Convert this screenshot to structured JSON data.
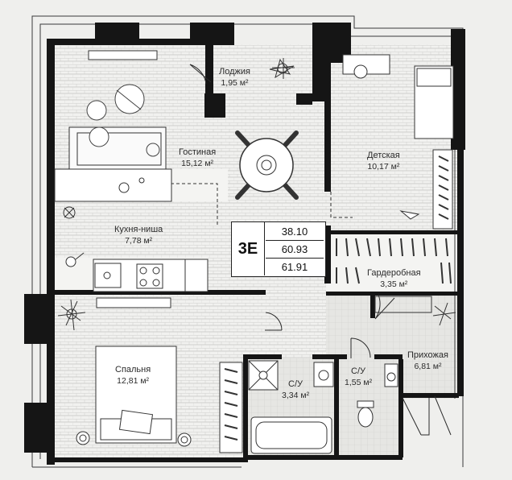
{
  "plan": {
    "unit_type": "3E",
    "areas": [
      "38.10",
      "60.93",
      "61.91"
    ],
    "rooms": {
      "loggia": {
        "name": "Лоджия",
        "area": "1,95 м²"
      },
      "living": {
        "name": "Гостиная",
        "area": "15,12 м²"
      },
      "kids": {
        "name": "Детская",
        "area": "10,17 м²"
      },
      "kitchen": {
        "name": "Кухня-ниша",
        "area": "7,78 м²"
      },
      "wardrobe": {
        "name": "Гардеробная",
        "area": "3,35 м²"
      },
      "bedroom": {
        "name": "Спальня",
        "area": "12,81 м²"
      },
      "bath1": {
        "name": "С/У",
        "area": "3,34 м²"
      },
      "bath2": {
        "name": "С/У",
        "area": "1,55 м²"
      },
      "hall": {
        "name": "Прихожая",
        "area": "6,81 м²"
      }
    },
    "colors": {
      "wall": "#151515",
      "floor_lines": "#c9c9c6",
      "paper": "#efefed",
      "tile": "#e3e3e0"
    }
  }
}
